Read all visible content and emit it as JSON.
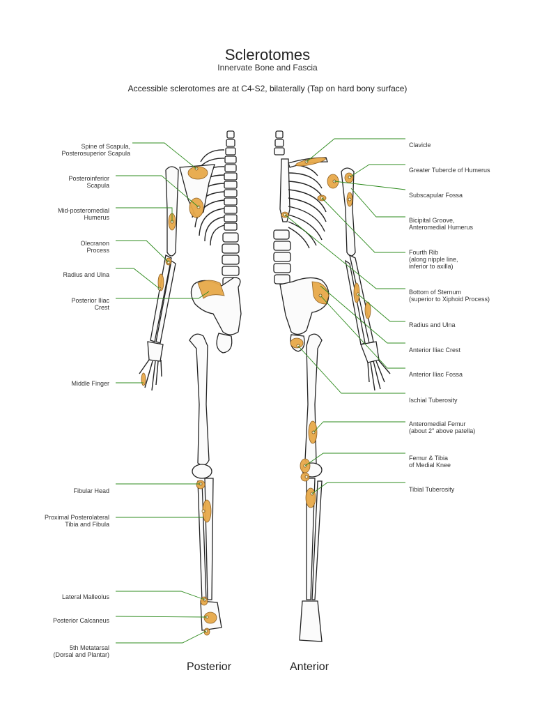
{
  "header": {
    "title": "Sclerotomes",
    "subtitle": "Innervate Bone and Fascia",
    "note": "Accessible sclerotomes are at C4-S2, bilaterally (Tap on hard bony surface)"
  },
  "views": {
    "posterior": "Posterior",
    "anterior": "Anterior"
  },
  "colors": {
    "leader_line": "#2e8b1e",
    "sclerotome_spot": "#e8a94a",
    "bone_outline": "#222222"
  },
  "left_labels": [
    "Spine of Scapula,\nPosterosuperior Scapula",
    "Posteroinferior\nScapula",
    "Mid-posteromedial\nHumerus",
    "Olecranon\nProcess",
    "Radius and Ulna",
    "Posterior Iliac\nCrest",
    "Middle Finger",
    "Fibular Head",
    "Proximal Posterolateral\nTibia and Fibula",
    "Lateral Malleolus",
    "Posterior Calcaneus",
    "5th Metatarsal\n(Dorsal and Plantar)"
  ],
  "right_labels": [
    "Clavicle",
    "Greater Tubercle of Humerus",
    "Subscapular Fossa",
    "Bicipital Groove,\nAnteromedial Humerus",
    "Fourth Rib\n(along nipple line,\ninferior to axilla)",
    "Bottom of Sternum\n(superior to Xiphoid Process)",
    "Radius and Ulna",
    "Anterior Iliac Crest",
    "Anterior Iliac Fossa",
    "Ischial Tuberosity",
    "Anteromedial Femur\n(about 2\" above patella)",
    "Femur & Tibia\nof Medial Knee",
    "Tibial Tuberosity"
  ]
}
